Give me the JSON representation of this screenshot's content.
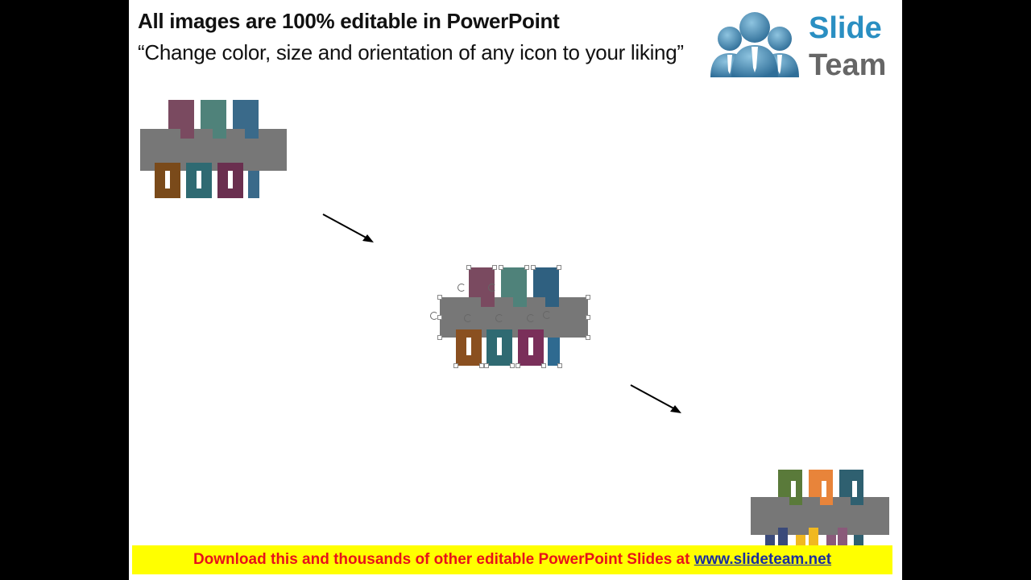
{
  "slide": {
    "title": "All images are 100% editable in PowerPoint",
    "subtitle": "“Change color, size and orientation of any icon to your liking”"
  },
  "logo": {
    "line1": "Slide",
    "line2": "Team",
    "icon": "three-people-icon",
    "colors": {
      "slide": "#2a8fc2",
      "team": "#666666",
      "people": "#4a90b8"
    }
  },
  "graphics": [
    {
      "id": "original",
      "bar_color": "#777777",
      "top_colors": [
        "#7a4a60",
        "#4f827a",
        "#3a6a8a"
      ],
      "bottom_colors": [
        "#7a4a1a",
        "#2f6a72",
        "#6a2f4f",
        "#3a6a8a"
      ]
    },
    {
      "id": "selected",
      "bar_color": "#777777",
      "top_colors": [
        "#7a4a60",
        "#4f827a",
        "#2f6080"
      ],
      "bottom_colors": [
        "#8a5020",
        "#2f6a72",
        "#7a2f5a",
        "#2f6a90"
      ]
    },
    {
      "id": "recolored",
      "bar_color": "#777777",
      "top_colors": [
        "#5a7a3a",
        "#e8843a",
        "#2f6070"
      ],
      "bottom_colors": [
        "#3a4a7a",
        "#f0b820",
        "#8a5a7a",
        "#2f6070"
      ]
    }
  ],
  "arrows": [
    {
      "id": "arrow-1",
      "icon": "arrow-down-right-icon"
    },
    {
      "id": "arrow-2",
      "icon": "arrow-down-right-icon"
    }
  ],
  "footer": {
    "text": "Download this and thousands of other editable PowerPoint Slides at ",
    "link": "www.slideteam.net",
    "bg_color": "#ffff00",
    "text_color": "#e8121a",
    "link_color": "#1a2ea0"
  }
}
